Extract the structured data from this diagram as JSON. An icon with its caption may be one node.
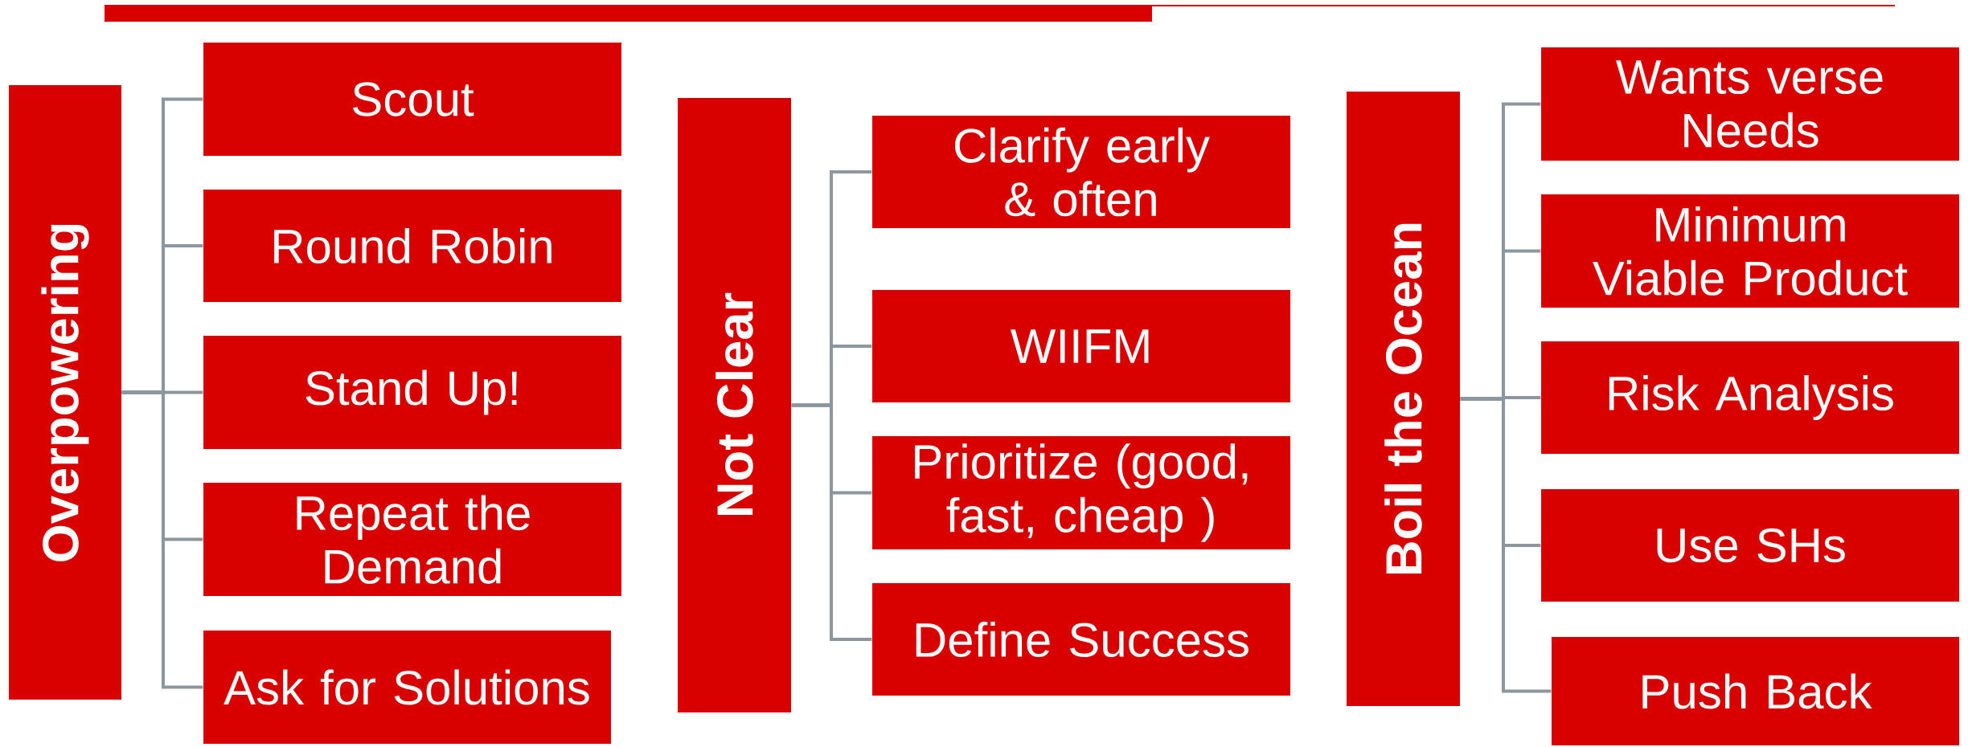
{
  "diagram": {
    "nodes": [
      {
        "text": [
          "Overpowering"
        ]
      },
      {
        "text": [
          "Scout"
        ]
      },
      {
        "text": [
          "Round Robin"
        ]
      },
      {
        "text": [
          "Stand Up!"
        ]
      },
      {
        "text": [
          "Repeat the Demand"
        ]
      },
      {
        "text": [
          "Ask for Solutions"
        ]
      },
      {
        "text": [
          "Not Clear"
        ]
      },
      {
        "text": [
          "Clarify early & often"
        ]
      },
      {
        "text": [
          "WIIFM"
        ]
      },
      {
        "text": [
          "Prioritize (good, fast, cheap )"
        ]
      },
      {
        "text": [
          "Define Success"
        ]
      },
      {
        "text": [
          "Boil the Ocean"
        ]
      },
      {
        "text": [
          "Wants verse Needs"
        ]
      },
      {
        "text": [
          "Minimum Viable Product"
        ]
      },
      {
        "text": [
          "Risk Analysis"
        ]
      },
      {
        "text": [
          "Use SHs"
        ]
      },
      {
        "text": [
          "Push Back"
        ]
      }
    ],
    "edges": [
      {
        "from": 0,
        "to": 1,
        "arrow": "none"
      },
      {
        "from": 0,
        "to": 2,
        "arrow": "none"
      },
      {
        "from": 0,
        "to": 3,
        "arrow": "none"
      },
      {
        "from": 0,
        "to": 4,
        "arrow": "none"
      },
      {
        "from": 0,
        "to": 5,
        "arrow": "none"
      },
      {
        "from": 6,
        "to": 7,
        "arrow": "none"
      },
      {
        "from": 6,
        "to": 8,
        "arrow": "none"
      },
      {
        "from": 6,
        "to": 9,
        "arrow": "none"
      },
      {
        "from": 6,
        "to": 10,
        "arrow": "none"
      },
      {
        "from": 11,
        "to": 12,
        "arrow": "none"
      },
      {
        "from": 11,
        "to": 13,
        "arrow": "none"
      },
      {
        "from": 11,
        "to": 14,
        "arrow": "none"
      },
      {
        "from": 11,
        "to": 15,
        "arrow": "none"
      },
      {
        "from": 11,
        "to": 16,
        "arrow": "none"
      }
    ]
  }
}
